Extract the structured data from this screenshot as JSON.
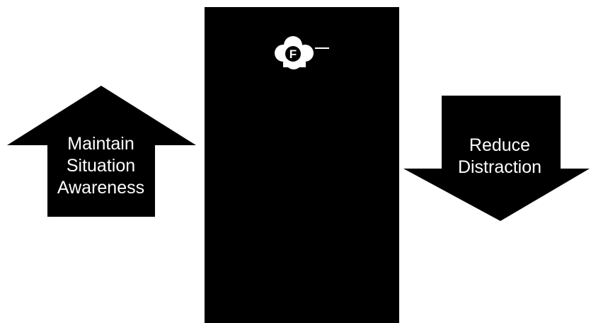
{
  "diagram": {
    "up_arrow": {
      "lines": [
        "Maintain",
        "Situation",
        "Awareness"
      ],
      "direction": "up"
    },
    "down_arrow": {
      "lines": [
        "Reduce",
        "Distraction"
      ],
      "direction": "down"
    },
    "panel": {
      "logo_letter": "F"
    }
  },
  "colors": {
    "background": "#ffffff",
    "shape_fill": "#000000",
    "text_on_shape": "#ffffff"
  }
}
